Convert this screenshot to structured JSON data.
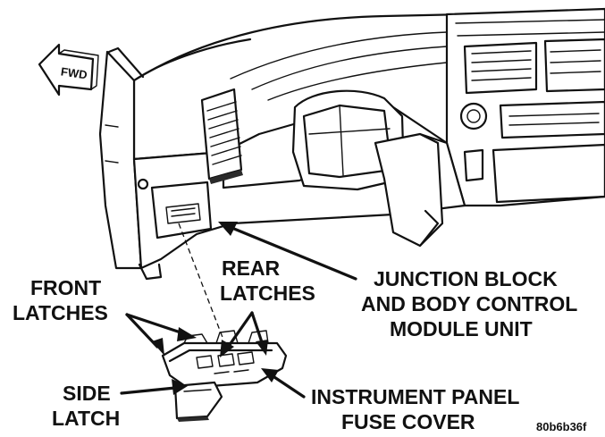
{
  "labels": {
    "fwd": "FWD",
    "front_latches": [
      "FRONT",
      "LATCHES"
    ],
    "rear_latches": [
      "REAR",
      "LATCHES"
    ],
    "junction_block": [
      "JUNCTION BLOCK",
      "AND BODY CONTROL",
      "MODULE UNIT"
    ],
    "side_latch": [
      "SIDE",
      "LATCH"
    ],
    "fuse_cover": [
      "INSTRUMENT PANEL",
      "FUSE COVER"
    ],
    "figure_code": "80b6b36f"
  },
  "colors": {
    "ink": "#111111",
    "paper": "#ffffff"
  }
}
